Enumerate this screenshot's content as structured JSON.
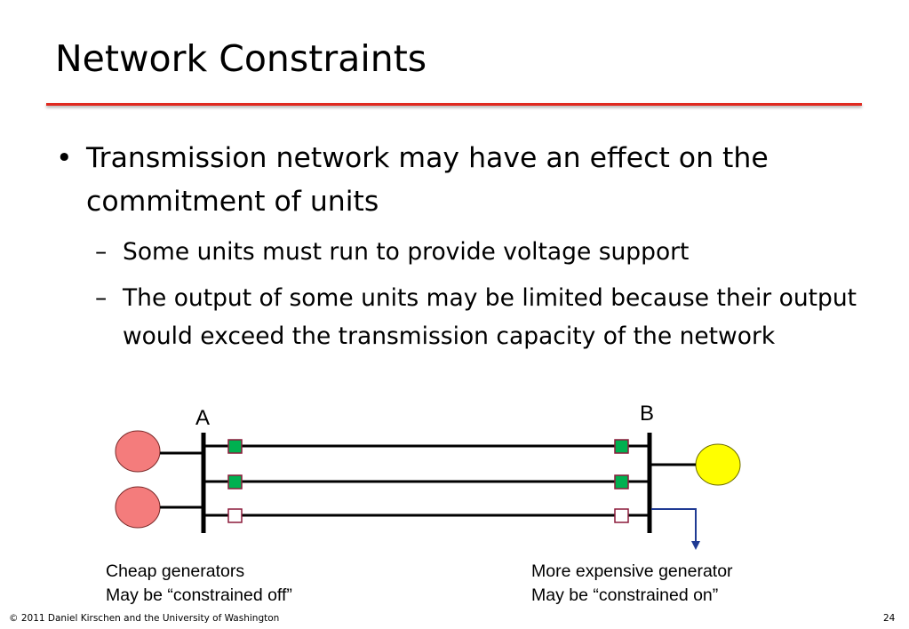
{
  "slide": {
    "title": "Network Constraints",
    "accent_color": "#e02a20"
  },
  "bullets": {
    "main_marker": "•",
    "main_text": "Transmission network may have an effect on the commitment of units",
    "sub_marker": "–",
    "sub_items": [
      "Some units must run to provide voltage support",
      "The output of some units may be limited because their output would exceed the transmission capacity of the network"
    ]
  },
  "diagram": {
    "bus_a_label": "A",
    "bus_b_label": "B",
    "left_generator_color": "#f47c7c",
    "right_generator_color": "#ffff00",
    "closed_breaker_color": "#00b050",
    "open_breaker_color": "#ffffff",
    "breaker_outline_color": "#8b1a3a",
    "load_arrow_color": "#1f3a93",
    "left_caption": [
      "Cheap generators",
      "May be “constrained off”"
    ],
    "right_caption": [
      "More expensive generator",
      "May be “constrained on”"
    ]
  },
  "footer": {
    "copyright": "© 2011 Daniel Kirschen and the University of Washington",
    "page_number": "24"
  }
}
